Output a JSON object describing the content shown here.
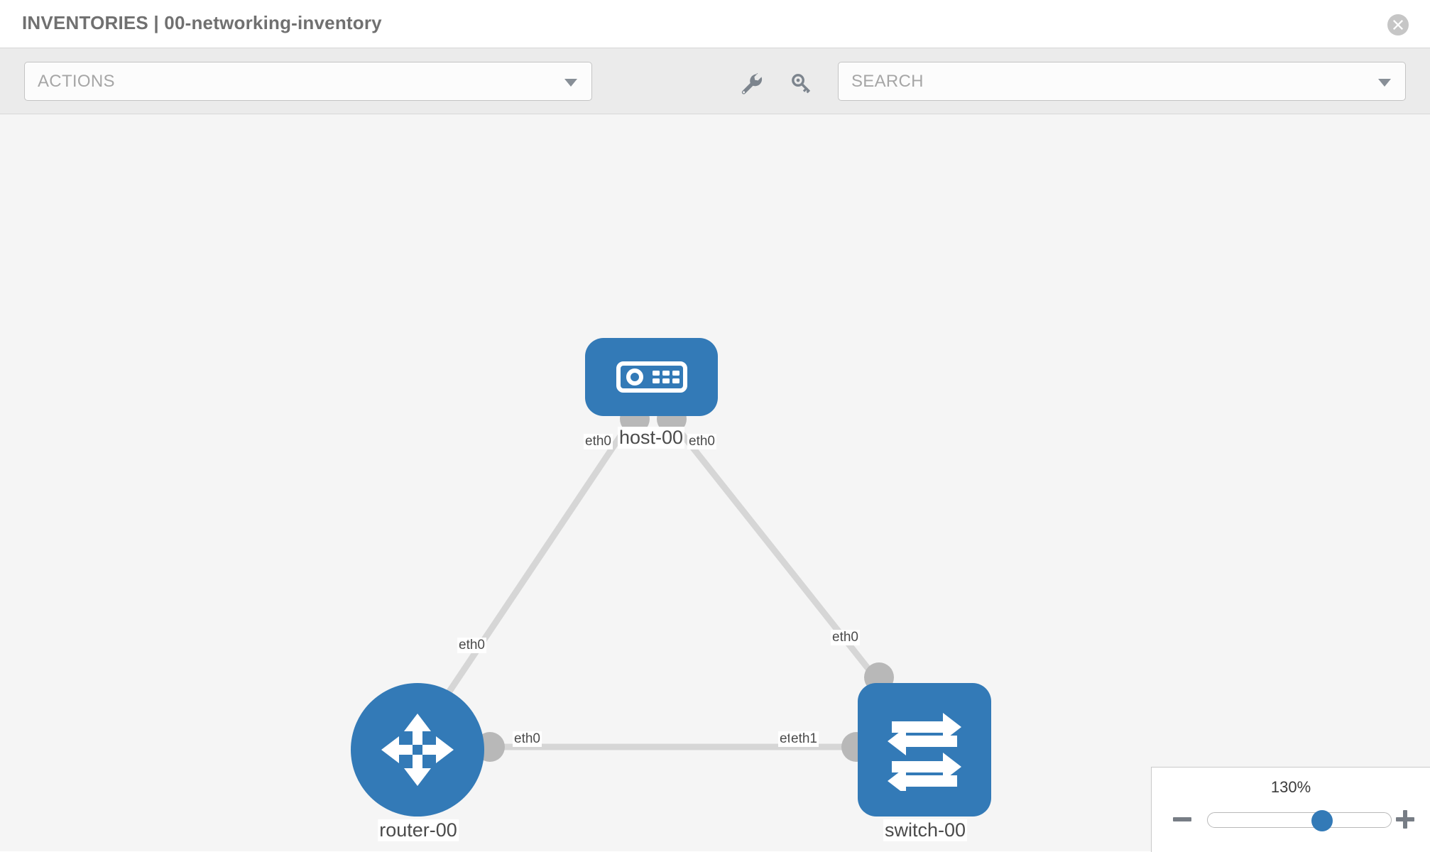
{
  "header": {
    "title": "INVENTORIES | 00-networking-inventory",
    "close_icon": "close-circle-icon"
  },
  "toolbar": {
    "actions_label": "ACTIONS",
    "search_placeholder": "SEARCH",
    "wrench_icon": "wrench-icon",
    "key_icon": "key-icon"
  },
  "topology": {
    "nodes": [
      {
        "id": "host-00",
        "label": "host-00",
        "type": "host",
        "icon": "server-icon"
      },
      {
        "id": "router-00",
        "label": "router-00",
        "type": "router",
        "icon": "router-arrows-icon"
      },
      {
        "id": "switch-00",
        "label": "switch-00",
        "type": "switch",
        "icon": "switch-arrows-icon"
      }
    ],
    "links": [
      {
        "from": "host-00",
        "from_if": "eth0",
        "to": "router-00",
        "to_if": "eth0"
      },
      {
        "from": "host-00",
        "from_if": "eth0",
        "to": "switch-00",
        "to_if": "eth0"
      },
      {
        "from": "router-00",
        "from_if": "eth0",
        "to": "switch-00",
        "to_if": "eth1"
      }
    ],
    "interface_labels": {
      "host_left": "eth0",
      "host_right": "eth0",
      "router_up": "eth0",
      "switch_up": "eth0",
      "router_right": "eth0",
      "switch_left_hidden": "eth",
      "switch_left": "eth1"
    }
  },
  "zoom_control": {
    "value_label": "130%",
    "minus_label": "zoom-out",
    "plus_label": "zoom-in"
  },
  "colors": {
    "node_blue": "#337ab7",
    "port_gray": "#b8b8b8",
    "edge_gray": "#d6d6d6",
    "canvas_bg": "#f5f5f5",
    "toolbar_bg": "#ebebeb"
  }
}
